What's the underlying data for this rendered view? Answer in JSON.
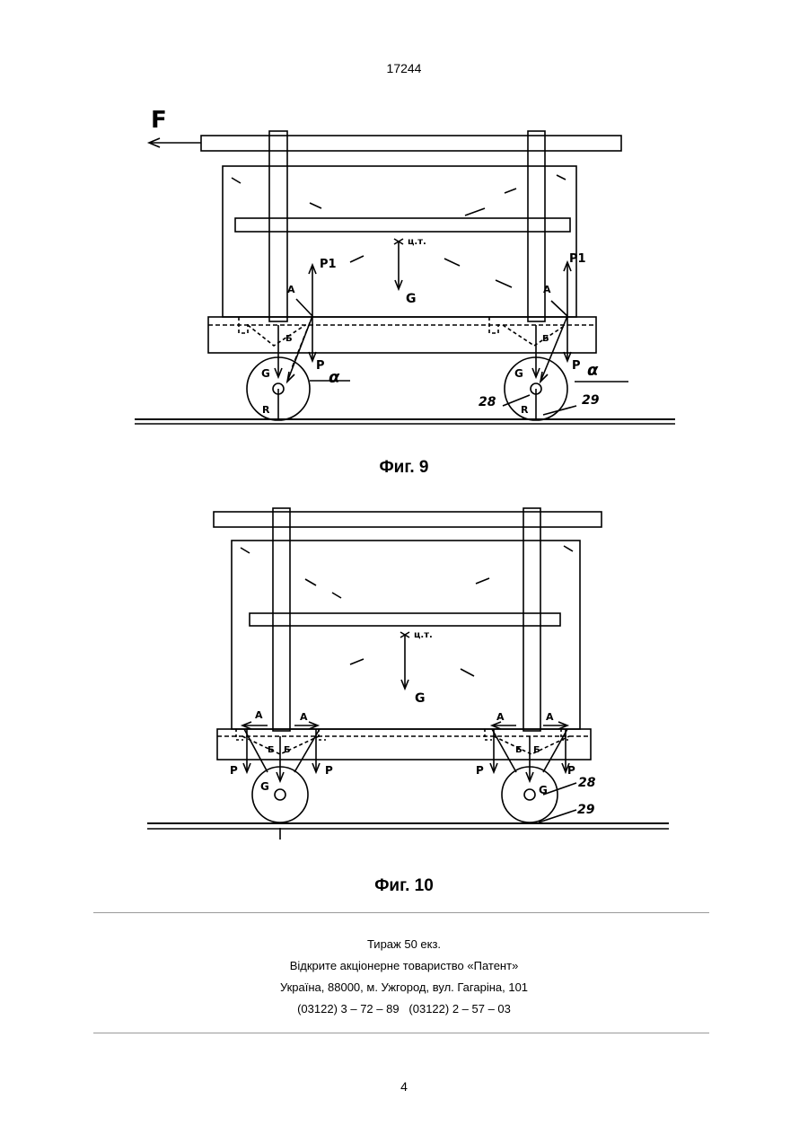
{
  "document": {
    "number": "17244",
    "page_number": "4"
  },
  "figures": [
    {
      "caption": "Фиг. 9",
      "labels": {
        "force": "F",
        "center_of_gravity": "ц.т.",
        "gravity": "G",
        "point_a": "A",
        "point_b": "Б",
        "force_p": "P",
        "force_p1": "P1",
        "angle": "α",
        "radius": "R",
        "ref_wheel": "28",
        "ref_rail": "29"
      }
    },
    {
      "caption": "Фиг. 10",
      "labels": {
        "center_of_gravity": "ц.т.",
        "gravity": "G",
        "point_a": "A",
        "point_b": "Б",
        "force_p": "P",
        "ref_wheel": "28",
        "ref_rail": "29"
      }
    }
  ],
  "imprint": {
    "circulation": "Тираж 50 екз.",
    "publisher": "Відкрите акціонерне товариство «Патент»",
    "address": "Україна, 88000, м. Ужгород, вул. Гагаріна, 101",
    "phones": "(03122) 3 – 72 – 89   (03122) 2 – 57 – 03"
  }
}
